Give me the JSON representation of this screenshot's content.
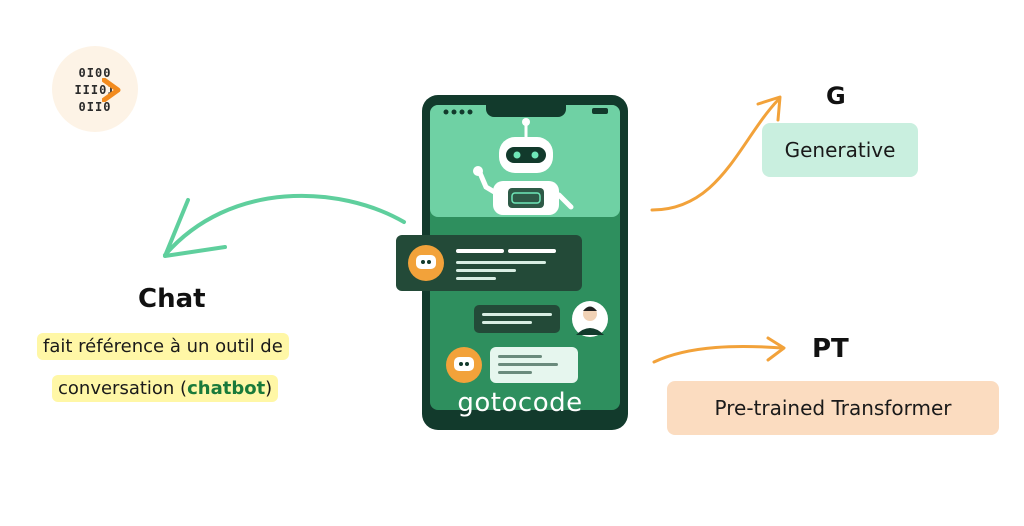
{
  "logo": {
    "icon": "binary-code-icon",
    "lines": [
      "0I00",
      "III0I",
      "0II0"
    ],
    "accent": "#f28b1e"
  },
  "acronym": {
    "g": {
      "letter": "G",
      "meaning": "Generative",
      "color": "#c9efdf"
    },
    "pt": {
      "letter": "PT",
      "meaning": "Pre-trained Transformer",
      "color": "#fbdcc0"
    },
    "chat": {
      "letter": "Chat",
      "description_line1": "fait référence à un outil de",
      "description_line2_prefix": "conversation (",
      "description_line2_bold": "chatbot",
      "description_line2_suffix": ")",
      "color": "#fff7a6"
    }
  },
  "phone": {
    "brand": "gotocode",
    "colors": {
      "frame": "#123a2c",
      "screen_top": "#6fd1a4",
      "screen_bottom": "#2e8f5e",
      "bubble_dark": "#234a38",
      "bubble_light": "#e6f6ee"
    }
  },
  "arrows": {
    "chat_color": "#5fcf9d",
    "g_color": "#f2a23a",
    "pt_color": "#f2a23a"
  }
}
